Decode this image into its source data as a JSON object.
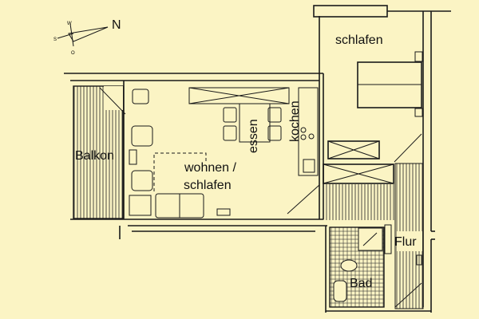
{
  "colors": {
    "background": "#fbf4c4",
    "lines": "#1a1a1a"
  },
  "compass": {
    "north_label": "N",
    "west_label": "W",
    "south_label": "S",
    "east_label": "O"
  },
  "rooms": {
    "balcony": "Balkon",
    "living_line1": "wohnen /",
    "living_line2": "schlafen",
    "dining": "essen",
    "kitchen": "kochen",
    "bedroom": "schlafen",
    "hall": "Flur",
    "bath": "Bad"
  }
}
